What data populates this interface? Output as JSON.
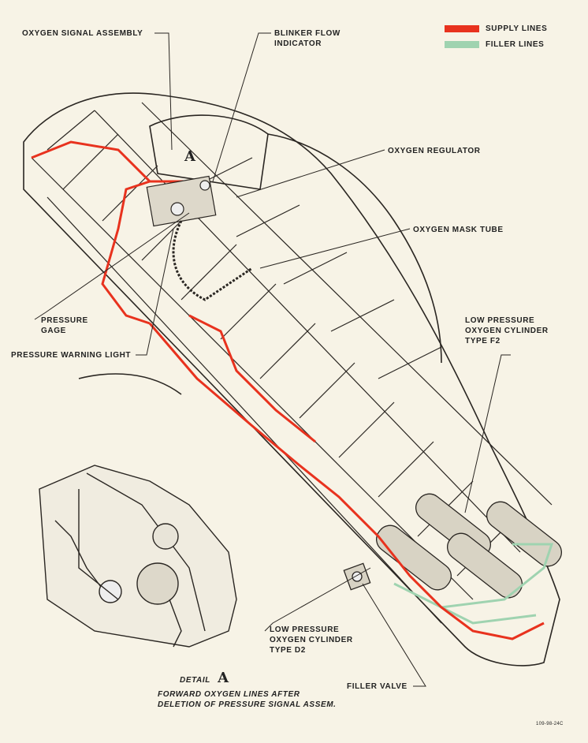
{
  "legend": {
    "supply_label": "SUPPLY LINES",
    "filler_label": "FILLER LINES",
    "supply_color": "#e8321e",
    "filler_color": "#9fd3b0"
  },
  "labels": {
    "oxygen_signal_assembly": "OXYGEN SIGNAL ASSEMBLY",
    "blinker_flow_indicator": "BLINKER FLOW\nINDICATOR",
    "oxygen_regulator": "OXYGEN REGULATOR",
    "oxygen_mask_tube": "OXYGEN MASK TUBE",
    "pressure_gage": "PRESSURE\nGAGE",
    "pressure_warning_light": "PRESSURE WARNING LIGHT",
    "low_pressure_f2": "LOW PRESSURE\nOXYGEN CYLINDER\nTYPE F2",
    "low_pressure_d2": "LOW PRESSURE\nOXYGEN CYLINDER\nTYPE D2",
    "filler_valve": "FILLER VALVE",
    "detail_marker": "A",
    "detail_title_prefix": "DETAIL",
    "detail_title_letter": "A",
    "detail_caption": "FORWARD OXYGEN LINES AFTER\nDELETION OF PRESSURE SIGNAL ASSEM.",
    "drawing_number": "109-98-24C"
  },
  "colors": {
    "ink": "#2a2622",
    "paper": "#f7f3e6"
  }
}
